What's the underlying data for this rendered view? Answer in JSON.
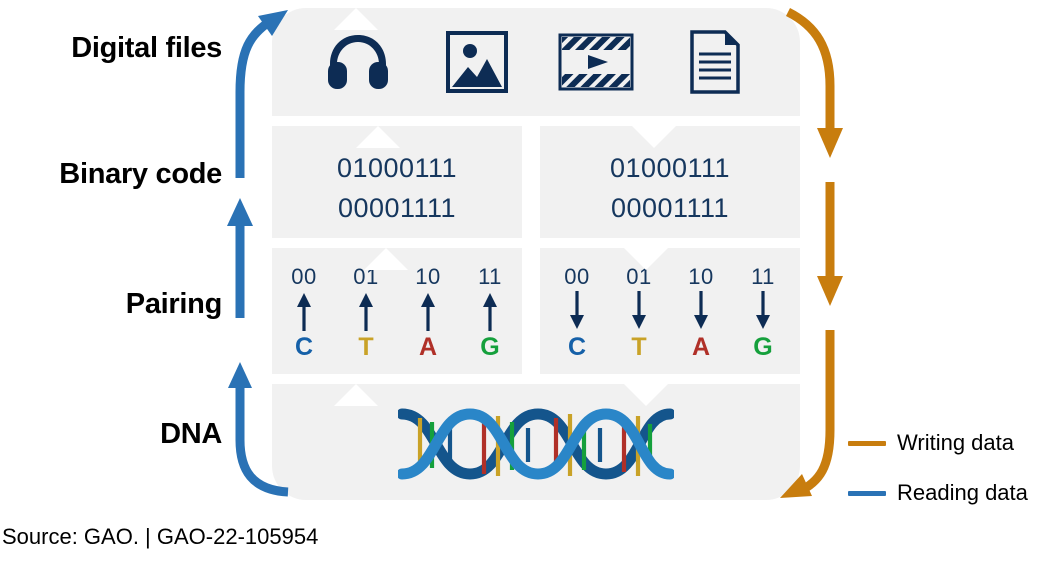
{
  "figure": {
    "stages": [
      {
        "id": "digital-files",
        "label": "Digital files"
      },
      {
        "id": "binary-code",
        "label": "Binary code"
      },
      {
        "id": "pairing",
        "label": "Pairing"
      },
      {
        "id": "dna",
        "label": "DNA"
      }
    ],
    "digital_files": {
      "icons": [
        {
          "name": "headphones-icon",
          "meaning": "audio file"
        },
        {
          "name": "image-icon",
          "meaning": "image file"
        },
        {
          "name": "film-strip-play-icon",
          "meaning": "video file"
        },
        {
          "name": "document-icon",
          "meaning": "text document file"
        }
      ]
    },
    "binary_code": {
      "left": {
        "line1": "01000111",
        "line2": "00001111"
      },
      "right": {
        "line1": "01000111",
        "line2": "00001111"
      }
    },
    "pairing": {
      "left": {
        "direction": "up",
        "columns": [
          {
            "bits": "00",
            "base": "C"
          },
          {
            "bits": "01",
            "base": "T"
          },
          {
            "bits": "10",
            "base": "A"
          },
          {
            "bits": "11",
            "base": "G"
          }
        ]
      },
      "right": {
        "direction": "down",
        "columns": [
          {
            "bits": "00",
            "base": "C"
          },
          {
            "bits": "01",
            "base": "T"
          },
          {
            "bits": "10",
            "base": "A"
          },
          {
            "bits": "11",
            "base": "G"
          }
        ]
      }
    },
    "legend": [
      {
        "name": "writing-data",
        "label": "Writing data",
        "color": "#c87d0e"
      },
      {
        "name": "reading-data",
        "label": "Reading data",
        "color": "#2a72b5"
      }
    ],
    "source": "Source: GAO.  |  GAO-22-105954",
    "colors": {
      "panel": "#f1f1f1",
      "navy": "#16375e",
      "writing_orange": "#c87d0e",
      "reading_blue": "#2a72b5",
      "base_C": "#1560a8",
      "base_T": "#c9a227",
      "base_A": "#b03028",
      "base_G": "#15a03c"
    }
  }
}
